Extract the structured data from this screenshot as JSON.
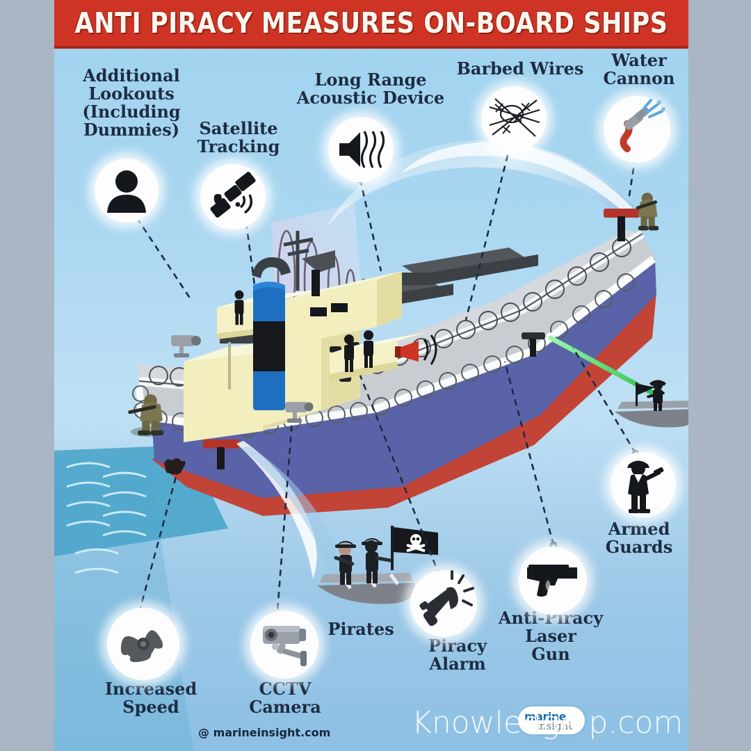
{
  "header": {
    "title": "ANTI PIRACY MEASURES ON-BOARD SHIPS"
  },
  "colors": {
    "banner_red": "#cf3324",
    "sky_blue": "#a9d6f0",
    "label_navy": "#1d2c42",
    "hull_navy": "#5b63a8",
    "hull_red": "#c24436",
    "deck_gray": "#c9ccd1",
    "superstructure_cream": "#f2eebd",
    "laser_green": "#49e06a",
    "letterbox_gray": "#aab6c3"
  },
  "measures": [
    {
      "id": "additional-lookouts",
      "label": "Additional\nLookouts\n(Including\nDummies)",
      "icon": "person-silhouette-icon"
    },
    {
      "id": "satellite-tracking",
      "label": "Satellite\nTracking",
      "icon": "satellite-icon"
    },
    {
      "id": "long-range-acoustic-device",
      "label": "Long Range\nAcoustic Device",
      "icon": "loudspeaker-soundwave-icon"
    },
    {
      "id": "barbed-wires",
      "label": "Barbed Wires",
      "icon": "barbed-wire-icon"
    },
    {
      "id": "water-cannon",
      "label": "Water\nCannon",
      "icon": "water-cannon-icon"
    },
    {
      "id": "armed-guards",
      "label": "Armed\nGuards",
      "icon": "armed-guard-icon"
    },
    {
      "id": "anti-piracy-laser-gun",
      "label": "Anti-Piracy\nLaser\nGun",
      "icon": "handgun-icon"
    },
    {
      "id": "piracy-alarm",
      "label": "Piracy\nAlarm",
      "icon": "megaphone-icon"
    },
    {
      "id": "cctv-camera",
      "label": "CCTV\nCamera",
      "icon": "cctv-camera-icon"
    },
    {
      "id": "increased-speed",
      "label": "Increased\nSpeed",
      "icon": "propeller-icon"
    }
  ],
  "scene": {
    "pirates_label": "Pirates",
    "pirate_flag": "jolly-roger-skull-and-crossbones",
    "laser_beam": "green",
    "ship_features": [
      "razor-wire-perimeter",
      "deck-hatch-covers",
      "funnel",
      "bridge-superstructure",
      "bow-water-cannon",
      "stern-water-cannon",
      "propeller",
      "cctv-cameras",
      "lookout-crew-figures",
      "armed-guard-bow",
      "armed-guard-stern",
      "lrad-sound-waves"
    ]
  },
  "footer": {
    "credit": "@ marineinsight.com",
    "logo_primary": "marine",
    "logo_secondary": "insight",
    "watermark": "Knowledge                 p.com"
  }
}
